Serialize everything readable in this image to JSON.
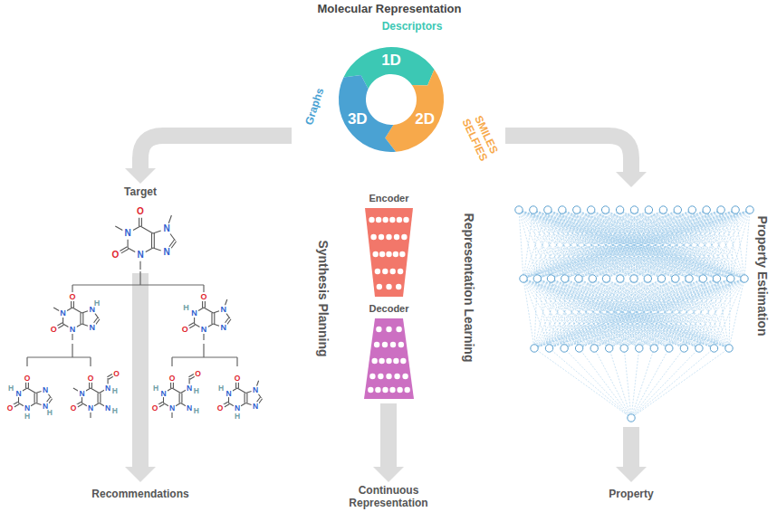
{
  "diagram": {
    "title": "Molecular Representation",
    "nodes": [
      {
        "text": [
          "Descriptors",
          "1D"
        ]
      },
      {
        "text": [
          "SMILES SELFIES",
          "2D"
        ]
      },
      {
        "text": [
          "Graphs",
          "3D"
        ]
      },
      {
        "text": [
          "Encoder"
        ]
      },
      {
        "text": [
          "Decoder"
        ]
      }
    ],
    "labels": [
      "Target",
      "Synthesis Planning",
      "Recommendations",
      "Representation Learning",
      "Continuous Representation",
      "Property Estimation",
      "Property",
      "O",
      "N",
      "O",
      "N",
      "N",
      "N",
      "O",
      "N",
      "O",
      "N",
      "N",
      "H",
      "N",
      "O",
      "N",
      "H",
      "O",
      "N",
      "N",
      "N",
      "O",
      "N",
      "H",
      "O",
      "N",
      "H",
      "N",
      "N",
      "H",
      "O",
      "N",
      "O",
      "N",
      "N",
      "H",
      "O",
      "N",
      "H",
      "O",
      "N",
      "H",
      "O",
      "N",
      "N",
      "H",
      "O",
      "N",
      "H",
      "O",
      "N",
      "H",
      "O",
      "N",
      "H",
      "N",
      "N"
    ]
  }
}
